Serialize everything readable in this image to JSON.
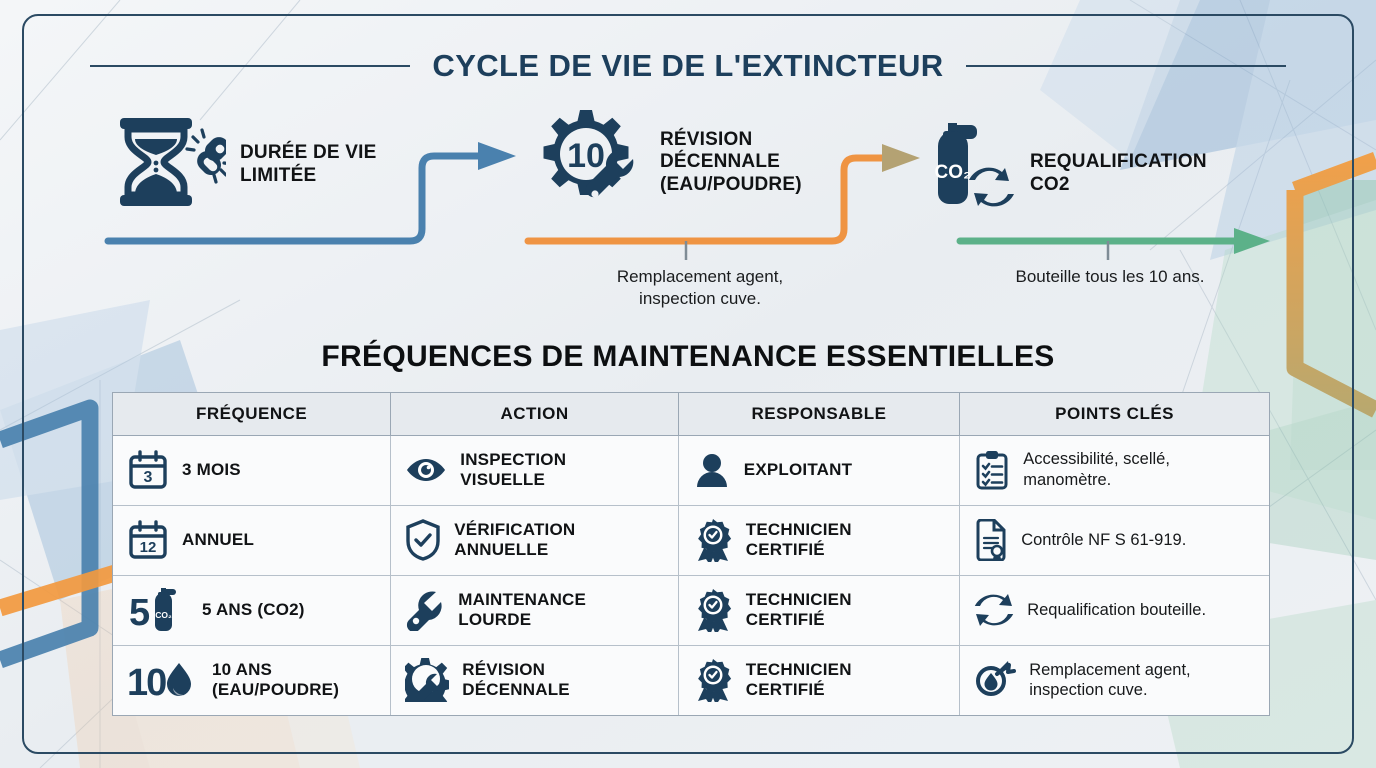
{
  "header": {
    "title": "CYCLE DE VIE DE L'EXTINCTEUR"
  },
  "colors": {
    "navy": "#1d3f5c",
    "blue_arrow": "#4a81ae",
    "orange_arrow": "#ef9443",
    "green_arrow": "#5cb189",
    "frame": "#2b4a63",
    "page_bg": "#eef1f4"
  },
  "flow": {
    "steps": [
      {
        "id": "duree-de-vie-limitee",
        "icon": "hourglass-broken-chain-icon",
        "label_line1": "DURÉE DE VIE",
        "label_line2": "LIMITÉE",
        "connector_color": "#4a81ae",
        "caption": ""
      },
      {
        "id": "revision-decennale",
        "icon": "gear-ten-wrench-icon",
        "label_line1": "RÉVISION",
        "label_line2": "DÉCENNALE",
        "label_line3": "(EAU/POUDRE)",
        "connector_color": "#ef9443",
        "caption_line1": "Remplacement agent,",
        "caption_line2": "inspection cuve."
      },
      {
        "id": "requalification-co2",
        "icon": "co2-cylinder-recycle-icon",
        "icon_text": "CO₂",
        "label_line1": "REQUALIFICATION",
        "label_line2": "CO2",
        "connector_color": "#5cb189",
        "caption_line1": "Bouteille tous les 10 ans."
      }
    ]
  },
  "table": {
    "title": "FRÉQUENCES DE MAINTENANCE ESSENTIELLES",
    "columns": [
      "FRÉQUENCE",
      "ACTION",
      "RESPONSABLE",
      "POINTS CLÉS"
    ],
    "rows": [
      {
        "frequence": {
          "icon": "calendar-3-icon",
          "icon_number": "3",
          "label": "3 MOIS"
        },
        "action": {
          "icon": "eye-icon",
          "line1": "INSPECTION",
          "line2": "VISUELLE"
        },
        "responsable": {
          "icon": "person-icon",
          "line1": "EXPLOITANT",
          "line2": ""
        },
        "points_cles": {
          "icon": "clipboard-check-icon",
          "line1": "Accessibilité, scellé,",
          "line2": "manomètre."
        }
      },
      {
        "frequence": {
          "icon": "calendar-12-icon",
          "icon_number": "12",
          "label": "ANNUEL"
        },
        "action": {
          "icon": "shield-check-icon",
          "line1": "VÉRIFICATION",
          "line2": "ANNUELLE"
        },
        "responsable": {
          "icon": "certified-badge-icon",
          "line1": "TECHNICIEN",
          "line2": "CERTIFIÉ"
        },
        "points_cles": {
          "icon": "certificate-document-icon",
          "line1": "Contrôle NF S 61-919.",
          "line2": ""
        }
      },
      {
        "frequence": {
          "icon": "five-co2-cylinder-icon",
          "icon_number": "5",
          "label": "5 ANS (CO2)"
        },
        "action": {
          "icon": "wrench-icon",
          "line1": "MAINTENANCE",
          "line2": "LOURDE"
        },
        "responsable": {
          "icon": "certified-badge-icon",
          "line1": "TECHNICIEN",
          "line2": "CERTIFIÉ"
        },
        "points_cles": {
          "icon": "recycle-arrows-icon",
          "line1": "Requalification bouteille.",
          "line2": ""
        }
      },
      {
        "frequence": {
          "icon": "ten-water-drop-icon",
          "icon_number": "10",
          "label": "10 ANS",
          "label2": "(EAU/POUDRE)"
        },
        "action": {
          "icon": "gear-wrench-icon",
          "line1": "RÉVISION",
          "line2": "DÉCENNALE"
        },
        "responsable": {
          "icon": "certified-badge-icon",
          "line1": "TECHNICIEN",
          "line2": "CERTIFIÉ"
        },
        "points_cles": {
          "icon": "drop-magnifier-icon",
          "line1": "Remplacement agent,",
          "line2": "inspection cuve."
        }
      }
    ]
  }
}
